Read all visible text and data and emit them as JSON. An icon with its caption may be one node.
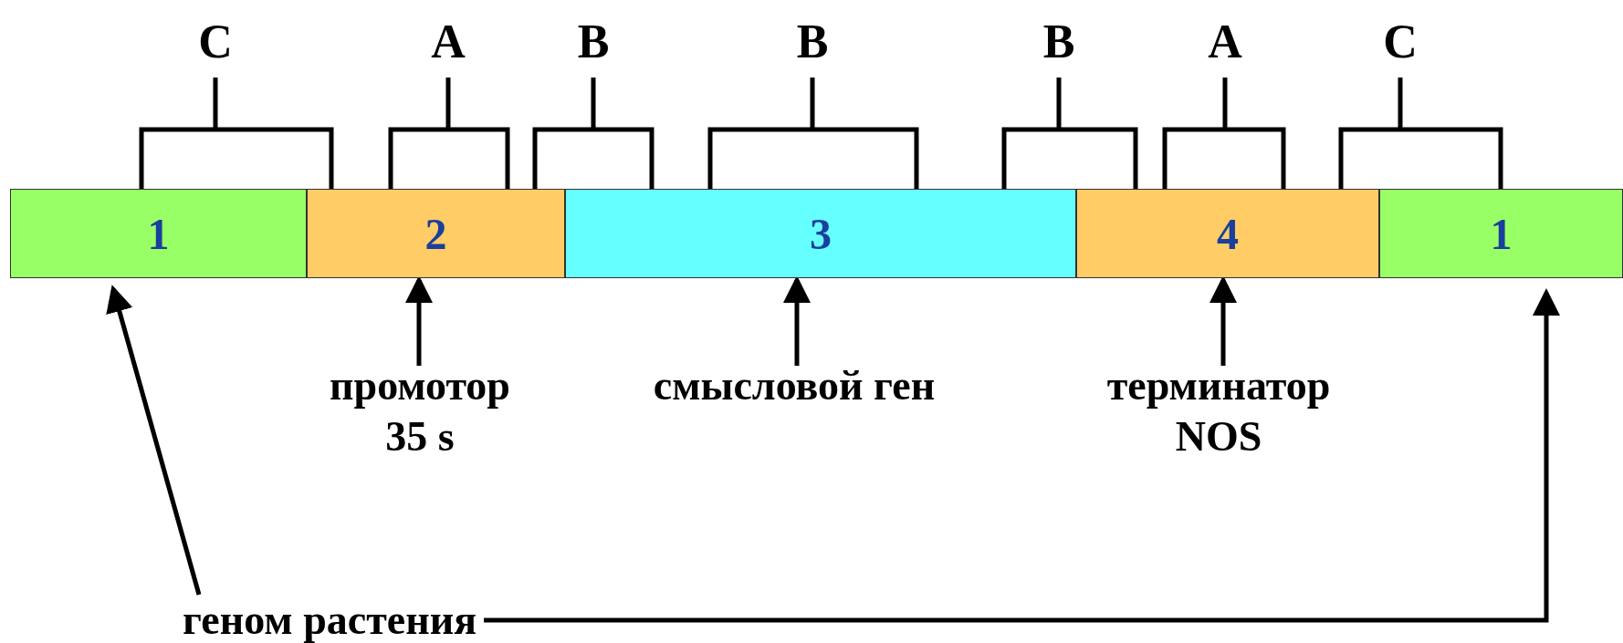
{
  "diagram": {
    "nodes": [
      {
        "text": [
          "1"
        ]
      },
      {
        "text": [
          "2"
        ]
      },
      {
        "text": [
          "3"
        ]
      },
      {
        "text": [
          "4"
        ]
      },
      {
        "text": [
          "1"
        ]
      },
      {
        "text": [
          "промотор 35 s"
        ]
      },
      {
        "text": [
          "смысловой ген"
        ]
      },
      {
        "text": [
          "терминатор NOS"
        ]
      },
      {
        "text": [
          "геном растения"
        ]
      }
    ],
    "edges": [
      {
        "from": 5,
        "to": 1,
        "arrow": "to"
      },
      {
        "from": 6,
        "to": 2,
        "arrow": "to"
      },
      {
        "from": 7,
        "to": 3,
        "arrow": "to"
      },
      {
        "from": 8,
        "to": 0,
        "arrow": "to"
      },
      {
        "from": 8,
        "to": 4,
        "arrow": "to"
      }
    ],
    "labels": [
      "C",
      "A",
      "B",
      "B",
      "B",
      "A",
      "C"
    ]
  }
}
